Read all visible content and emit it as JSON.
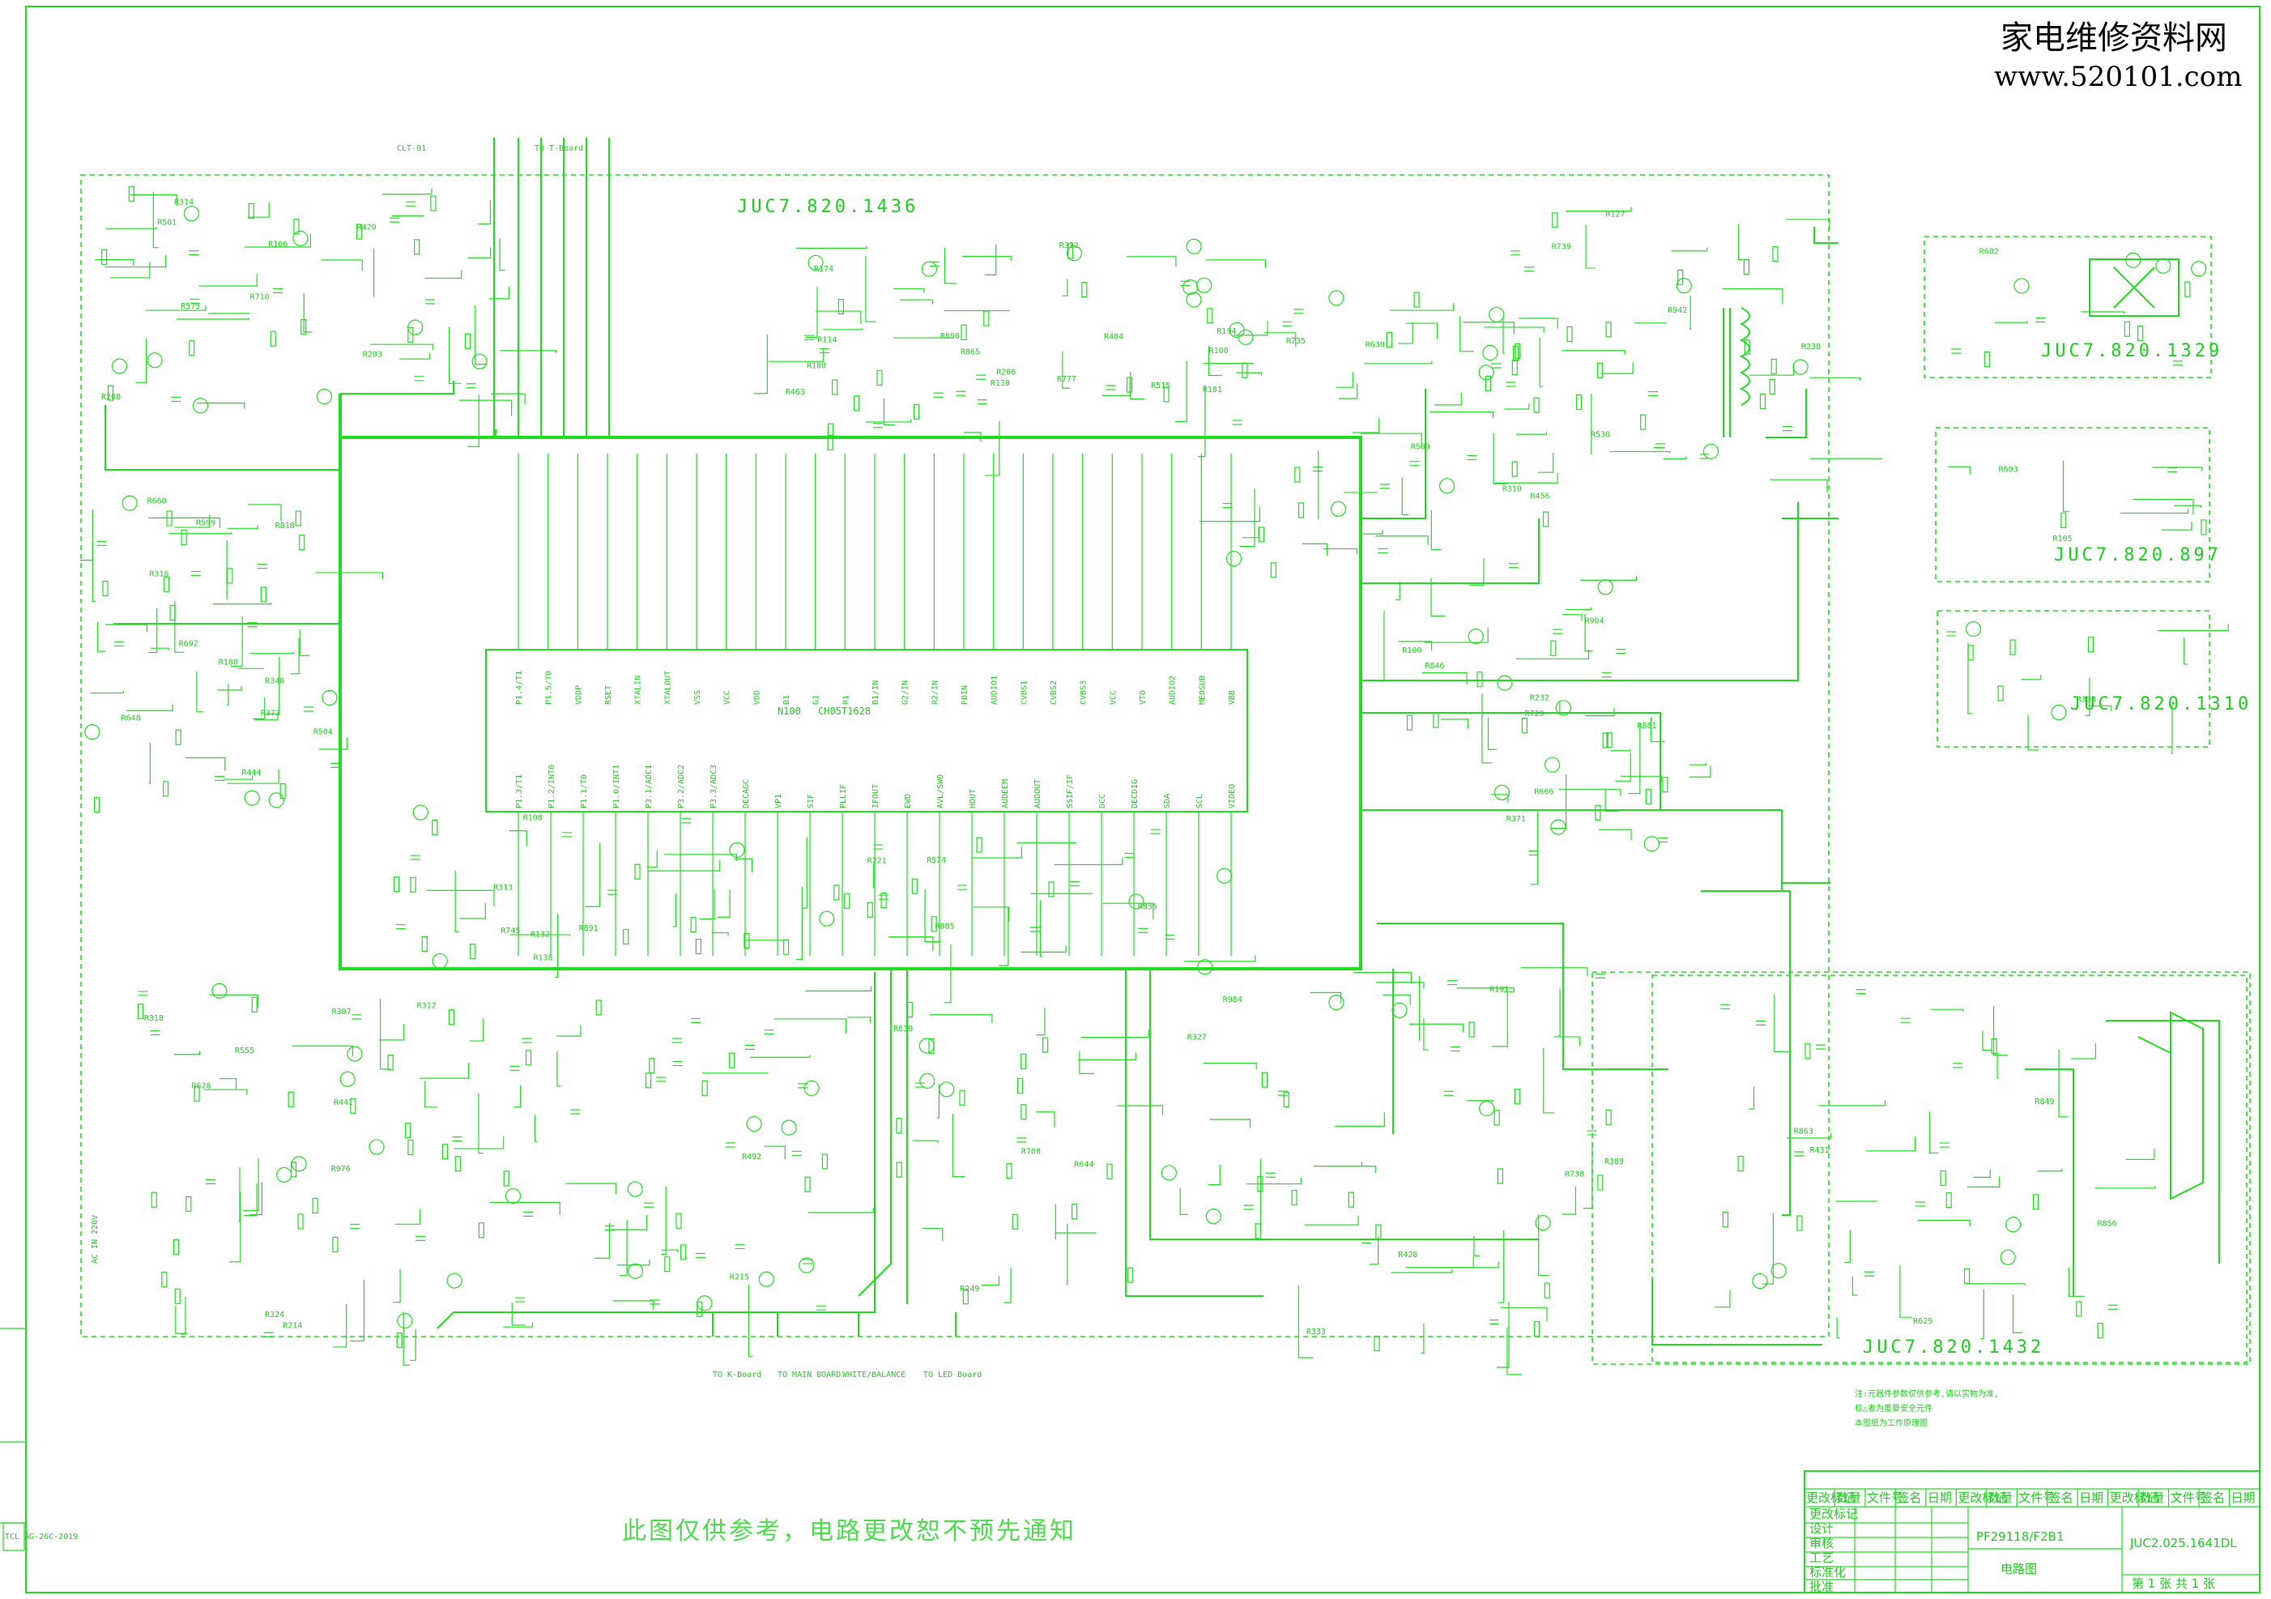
{
  "watermark": {
    "site_name": "家电维修资料网",
    "site_url": "www.520101.com"
  },
  "corner_tag": "TCL AG-26C-2019",
  "main_board": {
    "label": "JUC7.820.1436",
    "ic_ref": "N100",
    "ic_name": "CH05T1628",
    "top_connector_left": "TO T-Board",
    "top_connector_left2": "CLT-01"
  },
  "sub_boards": [
    {
      "label": "JUC7.820.1329"
    },
    {
      "label": "JUC7.820.897"
    },
    {
      "label": "JUC7.820.1310"
    },
    {
      "label": "JUC7.820.1432"
    }
  ],
  "ic_pins_top": [
    "P1.4/T1",
    "P1.5/T0",
    "VDDP",
    "RSET",
    "XTALIN",
    "XTALOUT",
    "VSS",
    "VCC",
    "VDD",
    "B1",
    "G1",
    "R1",
    "B1/IN",
    "G2/IN",
    "R2/IN",
    "FBIN",
    "AUDIO1",
    "CVBS1",
    "CVBS2",
    "CVBS3",
    "VCC",
    "VTO",
    "AUDIO2",
    "MEOSUB",
    "VBB"
  ],
  "ic_pins_bottom": [
    "P1.3/T1",
    "P1.2/INT0",
    "P1.1/T0",
    "P1.0/INT1",
    "P3.1/ADC1",
    "P3.2/ADC2",
    "P3.3/ADC3",
    "DECAGC",
    "VP1",
    "SIF",
    "PLLIF",
    "IFOUT",
    "EWD",
    "AVL/SWO",
    "HOUT",
    "AUDEEM",
    "AUDOUT",
    "SSIF/IF",
    "DCC",
    "DECDIG",
    "SDA",
    "SCL",
    "VIDEO"
  ],
  "connectors": {
    "bottom_1": "TO K-Board",
    "bottom_2": "TO MAIN BOARD",
    "bottom_3": "WHITE/BALANCE",
    "bottom_4": "TO LED Board",
    "left_power": "AC IN 220V"
  },
  "notice": "此图仅供参考，电路更改恕不预先通知",
  "footnotes": [
    "注:元器件参数仅供参考,请以实物为准,",
    "标△者为重要安全元件",
    "本图纸为工作原理图"
  ],
  "title_block": {
    "header_cells": [
      "更改标记",
      "数量",
      "文件号",
      "签名",
      "日期",
      "更改标记",
      "数量",
      "文件号",
      "签名",
      "日期",
      "更改标记",
      "数量",
      "文件号",
      "签名",
      "日期"
    ],
    "left_rows": [
      "更改标记",
      "设计",
      "审核",
      "工艺",
      "标准化",
      "批准"
    ],
    "model": "PF29118/F2B1",
    "doc_title": "电路图",
    "doc_number": "JUC2.025.1641DL",
    "sheet_info": "第 1 张   共 1 张"
  },
  "colors": {
    "line": "#22dd22",
    "background": "#ffffff",
    "watermark": "#000000"
  }
}
